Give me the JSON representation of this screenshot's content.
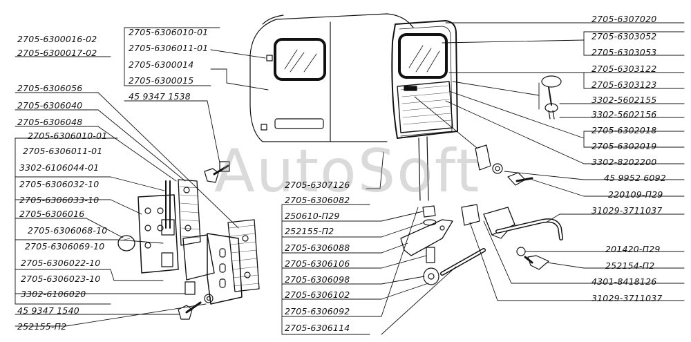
{
  "watermark": "AutoSoft",
  "colors": {
    "ink": "#111111",
    "paper": "#ffffff",
    "watermark": "#9a9a9a"
  },
  "labels_left": {
    "l1": "2705-6300016-02",
    "l2": "2705-6300017-02",
    "l3": "2705-6306010-01",
    "l4": "2705-6306011-01",
    "l5": "2705-6300014",
    "l6": "2705-6300015",
    "l7": "2705-6306056",
    "l8": "45 9347 1538",
    "l9": "2705-6306040",
    "l10": "2705-6306048",
    "l11": "2705-6306010-01",
    "l12": "2705-6306011-01",
    "l13": "3302-6106044-01",
    "l14": "2705-6306032-10",
    "l15": "2705-6306033-10",
    "l16": "2705-6306016",
    "l17": "2705-6306068-10",
    "l18": "2705-6306069-10",
    "l19": "2705-6306022-10",
    "l20": "2705-6306023-10",
    "l21": "3302-6106020",
    "l22": "45 9347 1540",
    "l23": "252155-П2"
  },
  "labels_center": {
    "c1": "2705-6307126",
    "c2": "2705-6306082",
    "c3": "250610-П29",
    "c4": "252155-П2",
    "c5": "2705-6306088",
    "c6": "2705-6306106",
    "c7": "2705-6306098",
    "c8": "2705-6306102",
    "c9": "2705-6306092",
    "c10": "2705-6306114"
  },
  "labels_right": {
    "r1": "2705-6307020",
    "r2": "2705-6303052",
    "r3": "2705-6303053",
    "r4": "2705-6303122",
    "r5": "2705-6303123",
    "r6": "3302-5602155",
    "r7": "3302-5602156",
    "r8": "2705-6302018",
    "r9": "2705-6302019",
    "r10": "3302-8202200",
    "r11": "45 9952 6092",
    "r12": "220109-П29",
    "r13": "31029-3711037",
    "r14": "201420-П29",
    "r15": "252154-П2",
    "r16": "4301-8418126",
    "r17": "31029-3711037"
  }
}
